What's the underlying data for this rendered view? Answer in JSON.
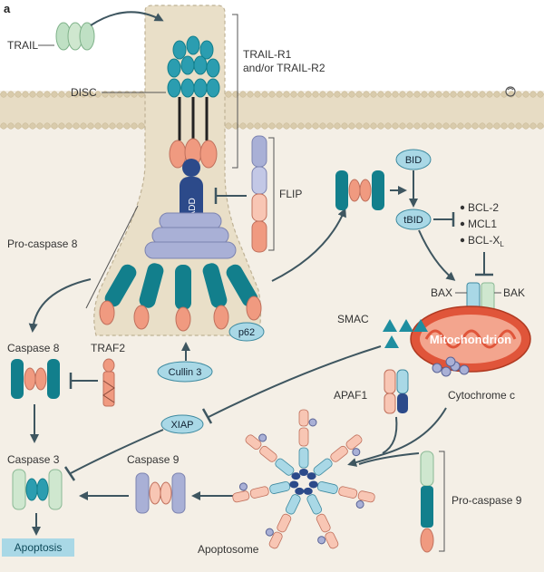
{
  "panel_letter": "a",
  "labels": {
    "trail": "TRAIL",
    "disc": "DISC",
    "receptors_line1": "TRAIL-R1",
    "receptors_line2": "and/or TRAIL-R2",
    "fadd": "FADD",
    "flip": "FLIP",
    "pro_caspase_8": "Pro-caspase 8",
    "p62": "p62",
    "cullin3": "Cullin 3",
    "caspase8": "Caspase 8",
    "traf2": "TRAF2",
    "caspase3": "Caspase 3",
    "xiap": "XIAP",
    "caspase9": "Caspase 9",
    "apoptosis": "Apoptosis",
    "apoptosome": "Apoptosome",
    "pro_caspase_9": "Pro-caspase 9",
    "bid": "BID",
    "tbid": "tBID",
    "bcl2": "BCL-2",
    "mcl1": "MCL1",
    "bclx": "BCL-X",
    "bclx_sub": "L",
    "bax": "BAX",
    "bak": "BAK",
    "smac": "SMAC",
    "mitochondrion": "Mitochondrion",
    "apaf1": "APAF1",
    "cytochrome_c": "Cytochrome c"
  },
  "colors": {
    "cytoplasm": "#f4efe6",
    "membrane": "#e7dcc4",
    "disc_region": "#e9dfc8",
    "teal": "#2b9db0",
    "dark_teal": "#127f8c",
    "salmon": "#f09a80",
    "lavender": "#a9b0d6",
    "navy": "#2c4a8a",
    "light_green": "#cfe7cf",
    "light_blue_label": "#a9d8e6",
    "mito_red": "#e0553a",
    "arrow": "#3e5660"
  }
}
